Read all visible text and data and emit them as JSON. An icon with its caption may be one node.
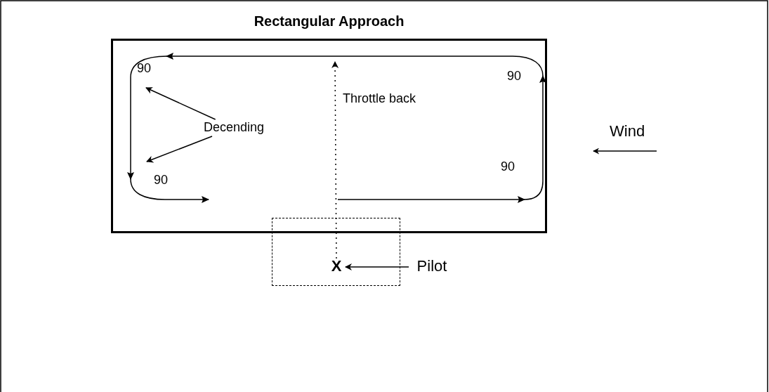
{
  "diagram": {
    "title": "Rectangular Approach",
    "nodes": [
      {
        "text": [],
        "shape": "box"
      },
      {
        "text": [
          "X"
        ],
        "in": 0
      },
      {
        "text": [
          "Pilot"
        ]
      },
      {
        "text": [
          "Decending"
        ]
      }
    ],
    "edges": [
      {
        "from": 2,
        "to": 1,
        "arrow": "to"
      },
      {
        "from": 3,
        "to": null,
        "arrow": "to"
      },
      {
        "from": 3,
        "to": null,
        "arrow": "to"
      },
      {
        "from": 1,
        "to": null,
        "arrow": "to",
        "style": "dashed"
      }
    ],
    "labels": [
      "90",
      "90",
      "Throttle back",
      "90",
      "90",
      "Wind"
    ]
  }
}
